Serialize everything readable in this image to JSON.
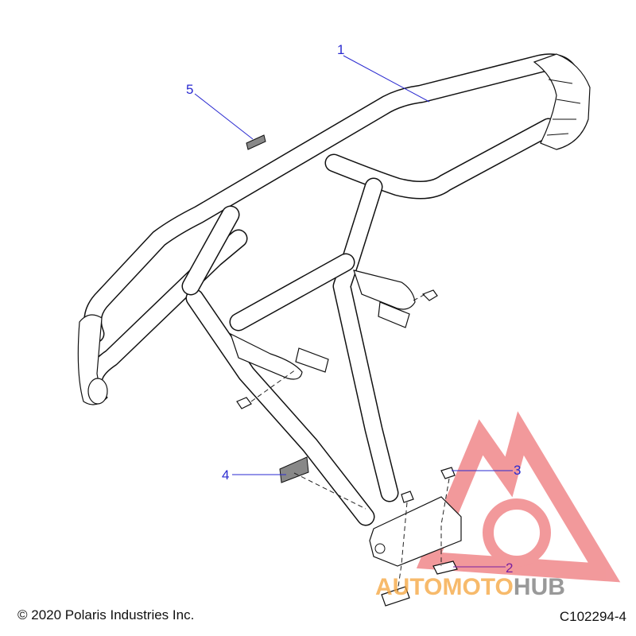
{
  "callouts": [
    {
      "id": "1",
      "label": "1",
      "color": "#2a2ad0"
    },
    {
      "id": "2",
      "label": "2",
      "color": "#7a1fa0"
    },
    {
      "id": "3",
      "label": "3",
      "color": "#2a2ad0"
    },
    {
      "id": "4",
      "label": "4",
      "color": "#2a2ad0"
    },
    {
      "id": "5",
      "label": "5",
      "color": "#2a2ad0"
    }
  ],
  "footer": {
    "copyright": "© 2020 Polaris Industries Inc.",
    "figure_id": "C102294-4"
  },
  "watermark": {
    "text_auto_moto": "AUTOMOTO",
    "text_hub": "HUB",
    "color_orange": "#f5a33a",
    "color_red": "#e8464b",
    "color_grey": "#777777"
  }
}
